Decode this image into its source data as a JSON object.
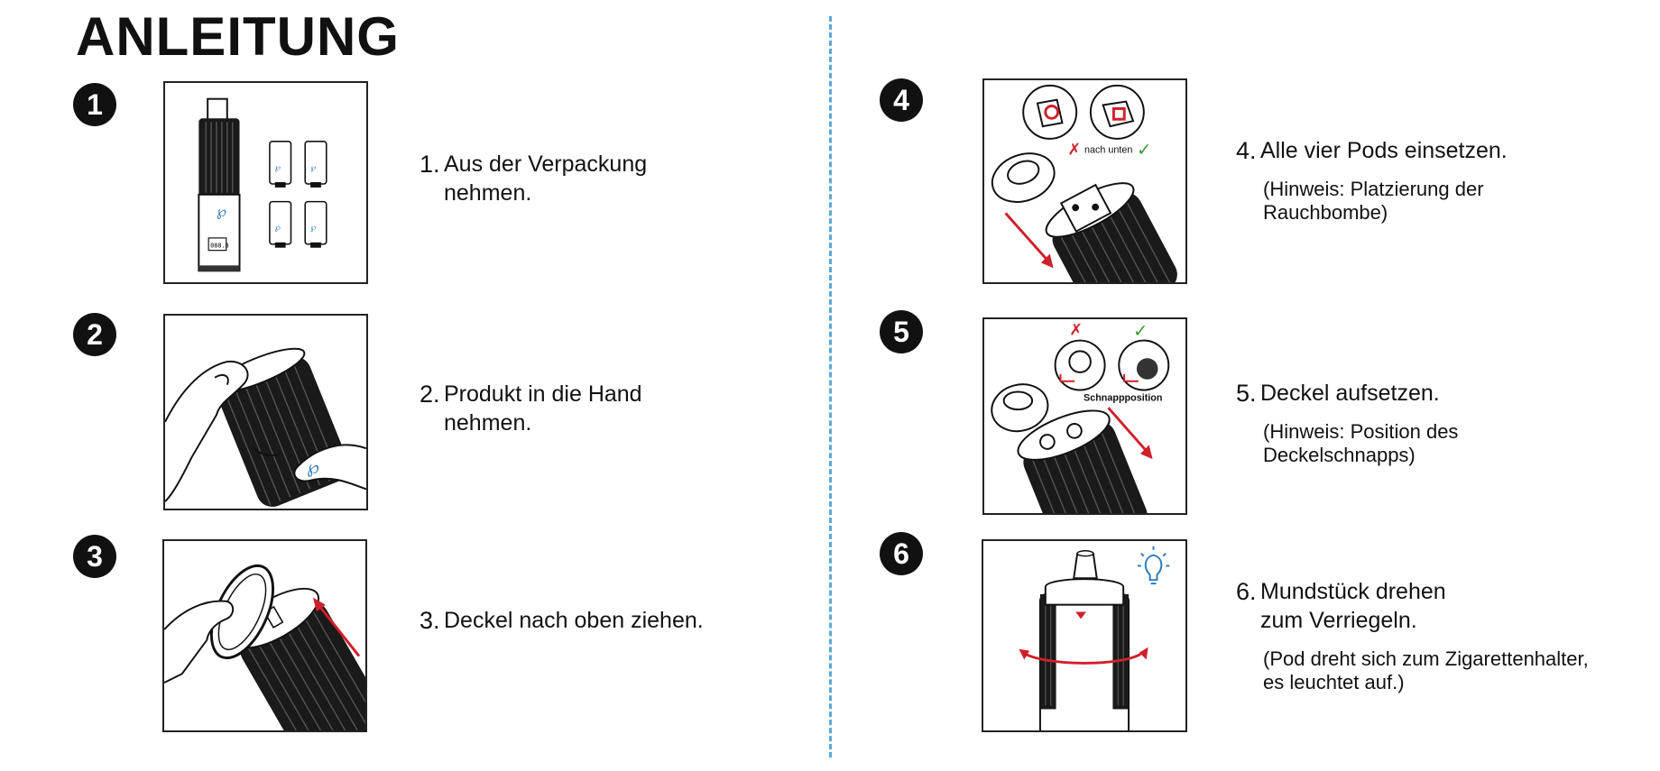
{
  "title": "ANLEITUNG",
  "steps": [
    {
      "badge": "1",
      "number": "1.",
      "text": "Aus der Verpackung\nnehmen.",
      "note": ""
    },
    {
      "badge": "2",
      "number": "2.",
      "text": "Produkt in die Hand\nnehmen.",
      "note": ""
    },
    {
      "badge": "3",
      "number": "3.",
      "text": "Deckel nach oben ziehen.",
      "note": ""
    },
    {
      "badge": "4",
      "number": "4.",
      "text": "Alle vier Pods einsetzen.",
      "note": "(Hinweis: Platzierung der\nRauchbombe)"
    },
    {
      "badge": "5",
      "number": "5.",
      "text": "Deckel aufsetzen.",
      "note": "(Hinweis: Position des\nDeckelschnapps)"
    },
    {
      "badge": "6",
      "number": "6.",
      "text": "Mundstück drehen\nzum Verriegeln.",
      "note": "(Pod dreht sich zum Zigarettenhalter,\nes leuchtet auf.)"
    }
  ],
  "illustrations": {
    "step1": {
      "device_display": "088.8"
    },
    "step4": {
      "caption": "nach unten",
      "wrong_mark": "✗",
      "right_mark": "✓"
    },
    "step5": {
      "caption": "Schnappposition",
      "wrong_mark": "✗",
      "right_mark": "✓"
    }
  },
  "colors": {
    "accent_red": "#d0202a",
    "check_green": "#3a9a3a",
    "divider_blue": "#5aa9d6",
    "brand_blue": "#2a7bc0"
  }
}
